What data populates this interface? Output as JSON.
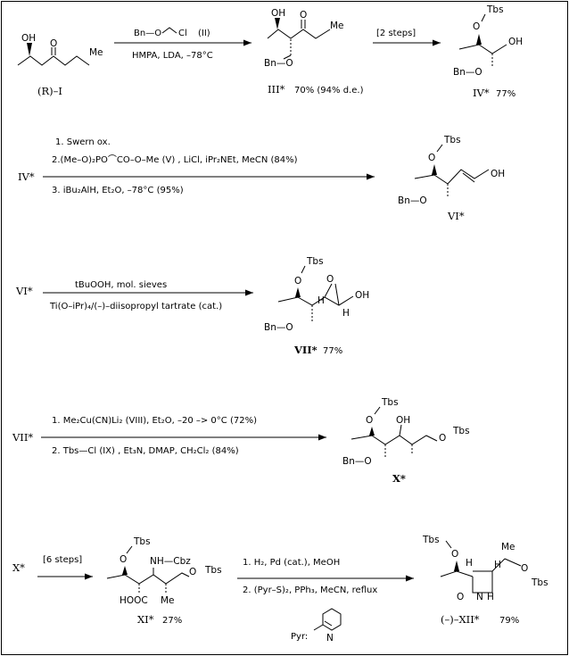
{
  "colors": {
    "background": "#ffffff",
    "ink": "#000000"
  },
  "compounds": {
    "c1": {
      "label": "(R)–I",
      "atoms": [
        "OH",
        "O"
      ],
      "methyl": "Me"
    },
    "c3": {
      "label": "III*",
      "yield": "70% (94% d.e.)",
      "atoms": [
        "OH",
        "O",
        "Bn—O"
      ],
      "methyl": "Me"
    },
    "c4": {
      "label": "IV*",
      "yield": "77%",
      "atoms": [
        "Tbs",
        "O",
        "OH",
        "Bn—O"
      ]
    },
    "c6": {
      "label": "VI*",
      "atoms": [
        "Tbs",
        "O",
        "OH",
        "Bn—O"
      ]
    },
    "c7": {
      "label": "VII*",
      "yield": "77%",
      "atoms": [
        "Tbs",
        "O",
        "O",
        "OH",
        "H",
        "H",
        "Bn—O"
      ]
    },
    "c10": {
      "label": "X*",
      "atoms": [
        "Tbs",
        "O",
        "OH",
        "O",
        "Tbs",
        "Bn—O"
      ]
    },
    "c11": {
      "label": "XI*",
      "yield": "27%",
      "atoms": [
        "Tbs",
        "O",
        "NH—Cbz",
        "O",
        "Tbs",
        "HOOC",
        "Me"
      ]
    },
    "c12": {
      "label": "(–)–XII*",
      "yield": "79%",
      "atoms": [
        "Tbs",
        "O",
        "H",
        "H",
        "Me",
        "O",
        "Tbs",
        "O",
        "N",
        "H"
      ]
    }
  },
  "reactions": {
    "r1": {
      "reagent_left": "Bn—O",
      "reagent_right": "Cl",
      "reagent_label": "(II)",
      "conditions": "HMPA, LDA, –78°C"
    },
    "r2": {
      "label": "[2 steps]"
    },
    "r3": {
      "start": "IV*",
      "step1": "1. Swern ox.",
      "step2": "2.(Me–O)₂PO⌒CO–O–Me (V) , LiCl, iPr₂NEt, MeCN (84%)",
      "step3": "3. iBu₂AlH, Et₂O, –78°C (95%)"
    },
    "r4": {
      "start": "VI*",
      "above": "tBuOOH, mol. sieves",
      "below": "Ti(O–iPr)₄/(–)–diisopropyl tartrate (cat.)"
    },
    "r5": {
      "start": "VII*",
      "step1": "1. Me₂Cu(CN)Li₂ (VIII), Et₂O, –20 –> 0°C (72%)",
      "step2": "2. Tbs—Cl (IX) , Et₃N, DMAP, CH₂Cl₂ (84%)"
    },
    "r6": {
      "start": "X*",
      "label": "[6 steps]"
    },
    "r7": {
      "step1": "1. H₂, Pd (cat.), MeOH",
      "step2": "2. (Pyr–S)₂, PPh₃, MeCN, reflux"
    }
  },
  "footnote": {
    "pyr_label": "Pyr:",
    "pyr_atom": "N"
  }
}
